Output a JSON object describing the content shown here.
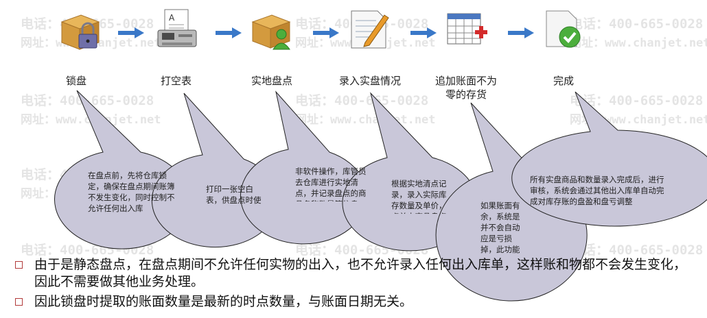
{
  "watermark": {
    "phone": "电话：400-665-0028",
    "site": "网址：www.chanjet.net"
  },
  "steps": [
    {
      "label": "锁盘",
      "icon": "locked-box-icon"
    },
    {
      "label": "打空表",
      "icon": "fax-printer-icon"
    },
    {
      "label": "实地盘点",
      "icon": "box-user-icon"
    },
    {
      "label": "录入实盘情况",
      "icon": "document-pen-icon"
    },
    {
      "label_line1": "追加账面不为",
      "label_line2": "零的存货",
      "icon": "table-add-icon"
    },
    {
      "label": "完成",
      "icon": "document-check-icon"
    }
  ],
  "callouts": [
    {
      "text": "在盘点前，先将仓库锁定，确保在盘点期间账簿不发生变化，同时控制不允许任何出入库"
    },
    {
      "text": "打印一张空白表，供盘点时使用。可跳过"
    },
    {
      "text": "非软件操作，库管员去仓库进行实地清点，并记录盘点的商品名称数量等信息"
    },
    {
      "text": "根据实地清点记录，录入实际库存数量及单价，点单中商品盘点"
    },
    {
      "text": "如果账面有余，系统是并不会自动应是亏损掉，此功能就是将这部分"
    },
    {
      "text": "所有实盘商品和数量录入完成后，进行审核，系统会通过其他出入库单自动完成对库存账的盘盈和盘亏调整"
    }
  ],
  "bullets": [
    "由于是静态盘点，在盘点期间不允许任何实物的出入，也不允许录入任何出入库单，这样账和物都不会发生变化，因此不需要做其他业务处理。",
    "因此锁盘时提取的账面数量是最新的时点数量，与账面日期无关。"
  ],
  "colors": {
    "arrow": "#3a78c8",
    "bubble_fill": "#c9c7d9",
    "bubble_stroke": "#222222",
    "bullet_box": "#b23a3a"
  }
}
